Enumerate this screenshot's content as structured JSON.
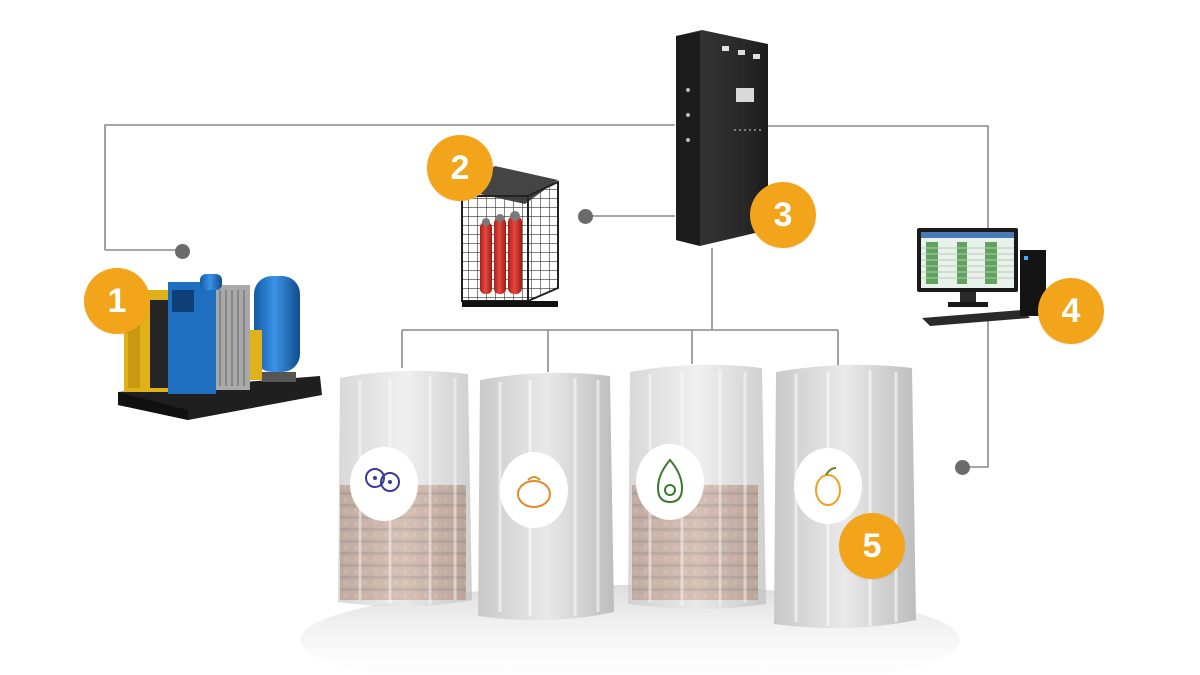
{
  "colors": {
    "badge": "#f2a51a",
    "connector_line": "#8a8a8a",
    "connector_dot": "#6b6b6b",
    "cabinet": "#2c2c2c",
    "gas_cylinder": "#d8342a",
    "generator_blue": "#1f6fc0",
    "generator_yellow": "#e0b21a",
    "pallet_box": "#b4643a"
  },
  "badges": [
    {
      "id": "1",
      "label": "1",
      "component": "gas-generator-skid"
    },
    {
      "id": "2",
      "label": "2",
      "component": "gas-cylinder-cage"
    },
    {
      "id": "3",
      "label": "3",
      "component": "control-cabinet"
    },
    {
      "id": "4",
      "label": "4",
      "component": "monitoring-computer"
    },
    {
      "id": "5",
      "label": "5",
      "component": "covered-pallets"
    }
  ],
  "pallets": [
    {
      "icon": "blueberry-icon",
      "boxes_visible": true
    },
    {
      "icon": "mango-icon",
      "boxes_visible": false
    },
    {
      "icon": "avocado-icon",
      "boxes_visible": true
    },
    {
      "icon": "lemon-icon",
      "boxes_visible": false
    }
  ]
}
